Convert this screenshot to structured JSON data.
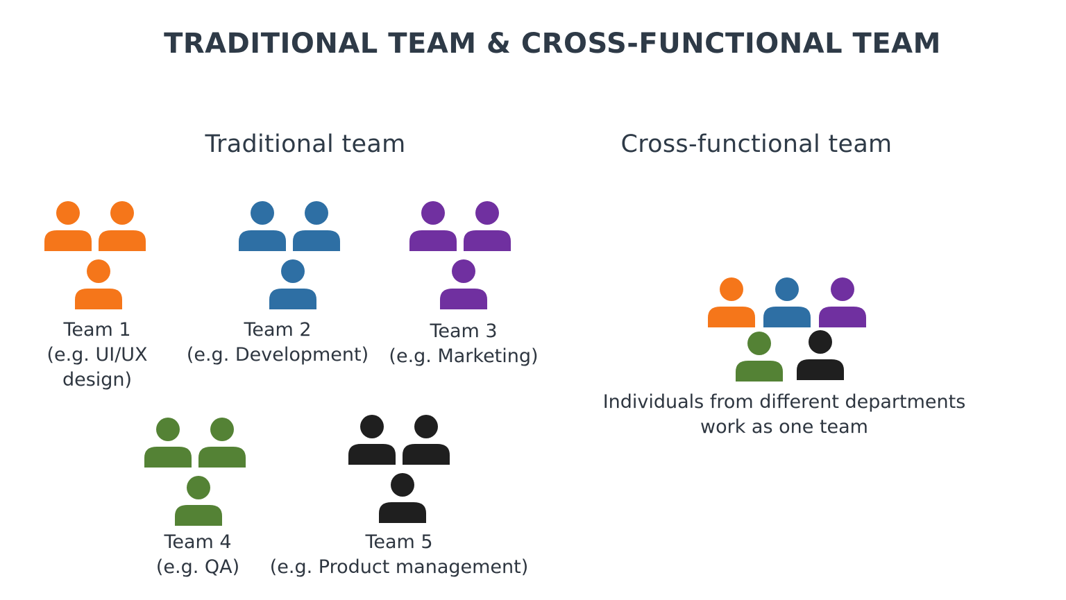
{
  "title": "TRADITIONAL TEAM & CROSS-FUNCTIONAL TEAM",
  "colors": {
    "orange": "#f5761a",
    "blue": "#2e6fa4",
    "purple": "#7030a0",
    "green": "#548235",
    "black": "#1f1f1f",
    "text": "#2e3640"
  },
  "icon": "person-group-icon",
  "traditional": {
    "heading": "Traditional team",
    "teams": [
      {
        "name": "Team 1",
        "example": "(e.g. UI/UX",
        "example2": "design)",
        "color": "orange"
      },
      {
        "name": "Team 2",
        "example": "(e.g. Development)",
        "color": "blue"
      },
      {
        "name": "Team 3",
        "example": "(e.g. Marketing)",
        "color": "purple"
      },
      {
        "name": "Team 4",
        "example": "(e.g. QA)",
        "color": "green"
      },
      {
        "name": "Team 5",
        "example": "(e.g. Product management)",
        "color": "black"
      }
    ]
  },
  "cross_functional": {
    "heading": "Cross-functional team",
    "caption_line1": "Individuals from different departments",
    "caption_line2": "work as one team",
    "member_colors": [
      "orange",
      "blue",
      "purple",
      "green",
      "black"
    ]
  }
}
